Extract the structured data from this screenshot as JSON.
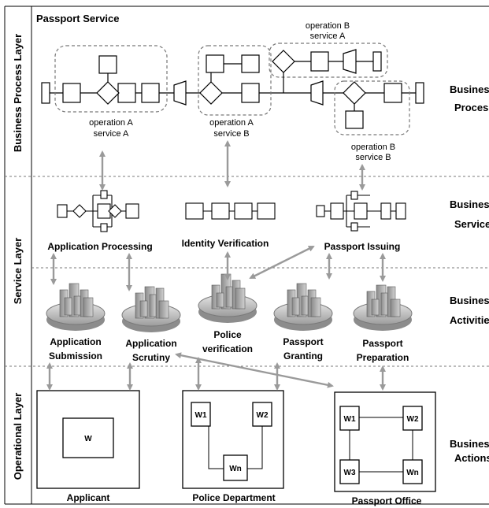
{
  "title": "Passport Service",
  "layers": {
    "business_process": "Business Process Layer",
    "service": "Service Layer",
    "operational": "Operational Layer"
  },
  "right_labels": {
    "process_1": "Business",
    "process_2": "Process",
    "services_1": "Business",
    "services_2": "Services",
    "activities_1": "Business",
    "activities_2": "Activities",
    "actions_1": "Business",
    "actions_2": "Actions"
  },
  "operations": {
    "a_service_a_1": "operation A",
    "a_service_a_2": "service A",
    "a_service_b_1": "operation A",
    "a_service_b_2": "service B",
    "b_service_a_1": "operation B",
    "b_service_a_2": "service A",
    "b_service_b_1": "operation B",
    "b_service_b_2": "service B"
  },
  "services": {
    "application_processing": "Application Processing",
    "identity_verification": "Identity Verification",
    "passport_issuing": "Passport  Issuing"
  },
  "activities": {
    "application_submission_1": "Application",
    "application_submission_2": "Submission",
    "application_scrutiny_1": "Application",
    "application_scrutiny_2": "Scrutiny",
    "police_verification_1": "Police",
    "police_verification_2": "verification",
    "passport_granting_1": "Passport",
    "passport_granting_2": "Granting",
    "passport_preparation_1": "Passport",
    "passport_preparation_2": "Preparation"
  },
  "actors": {
    "applicant": "Applicant",
    "police_department": "Police Department",
    "passport_office": "Passport Office"
  },
  "workers": {
    "applicant_w": "W",
    "police_w1": "W1",
    "police_w2": "W2",
    "police_wn": "Wn",
    "office_w1": "W1",
    "office_w2": "W2",
    "office_w3": "W3",
    "office_wn": "Wn"
  }
}
